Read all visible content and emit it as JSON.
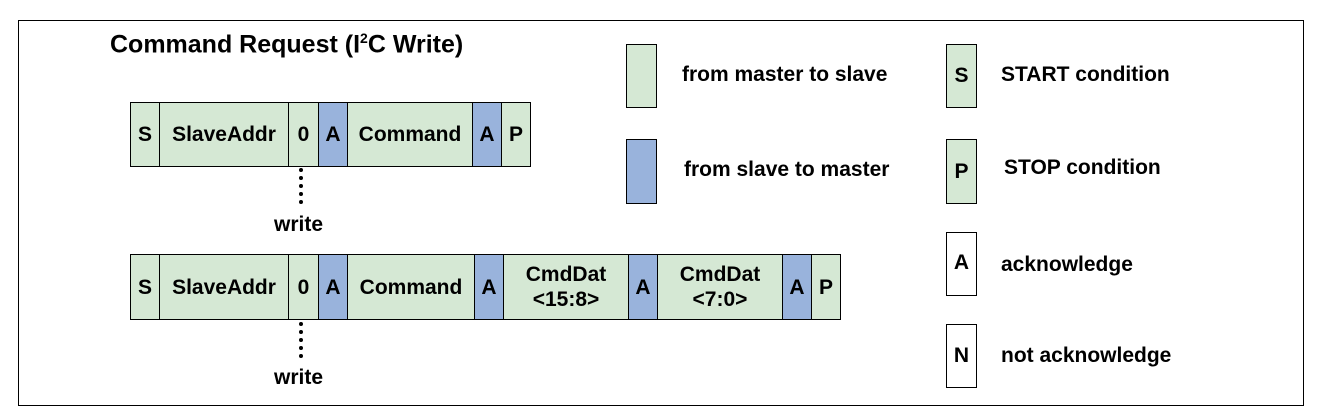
{
  "title": {
    "main": "Command Request (I",
    "sup": "2",
    "tail": "C Write)"
  },
  "colors": {
    "master_to_slave": "#d5e8d4",
    "slave_to_master": "#99b3dc",
    "neutral": "#ffffff"
  },
  "sequence1": {
    "cells": [
      "S",
      "SlaveAddr",
      "0",
      "A",
      "Command",
      "A",
      "P"
    ],
    "annotation": "write"
  },
  "sequence2": {
    "cells": [
      "S",
      "SlaveAddr",
      "0",
      "A",
      "Command",
      "A",
      "CmdDat",
      "<15:8>",
      "A",
      "CmdDat",
      "<7:0>",
      "A",
      "P"
    ],
    "annotation": "write"
  },
  "legend": {
    "master_to_slave": "from master to slave",
    "slave_to_master": "from slave to master",
    "start_symbol": "S",
    "start_label": "START condition",
    "stop_symbol": "P",
    "stop_label": "STOP condition",
    "ack_symbol": "A",
    "ack_label": "acknowledge",
    "nack_symbol": "N",
    "nack_label": "not acknowledge"
  }
}
